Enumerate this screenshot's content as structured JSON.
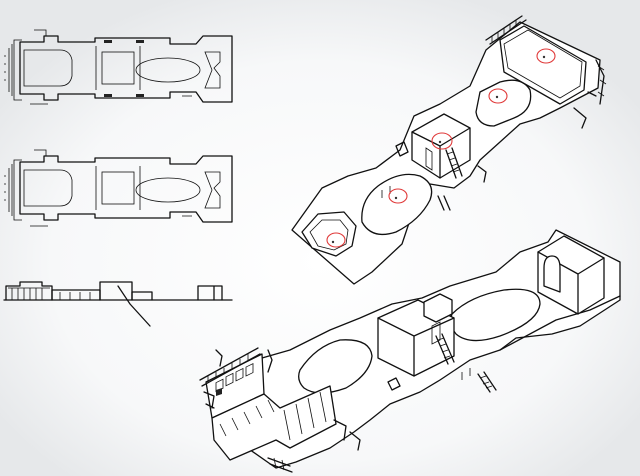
{
  "page": {
    "background": "#ffffff",
    "line_color": "#111111",
    "shade_color": "#eef0f2"
  },
  "views": [
    {
      "id": "plan-top",
      "kind": "plan"
    },
    {
      "id": "plan-middle",
      "kind": "plan"
    },
    {
      "id": "side-elevation",
      "kind": "elevation"
    },
    {
      "id": "iso-upper",
      "kind": "isometric"
    },
    {
      "id": "iso-lower",
      "kind": "isometric"
    }
  ],
  "markers": {
    "color": "#e03a3a",
    "count": 5,
    "shape": "ellipse"
  }
}
